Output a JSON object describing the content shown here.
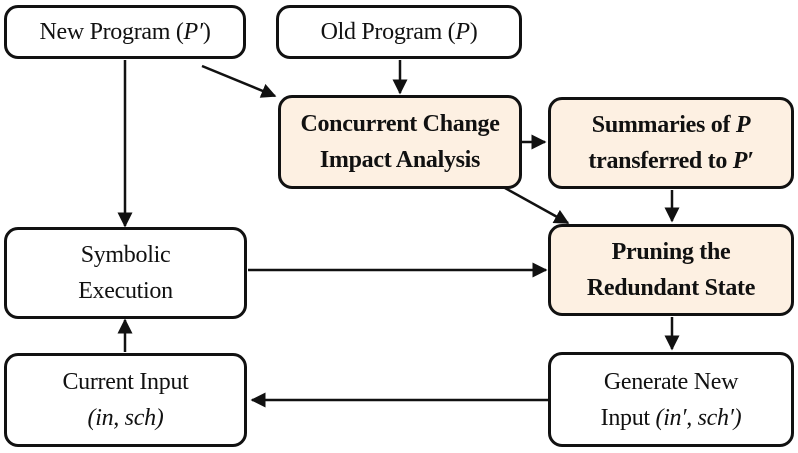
{
  "colors": {
    "stroke": "#111111",
    "highlight_fill": "#fdf0e2",
    "plain_fill": "#ffffff"
  },
  "nodes": {
    "new_program": {
      "text": "New Program (",
      "math": "P′",
      "close": ")"
    },
    "old_program": {
      "text": "Old Program (",
      "math": "P",
      "close": ")"
    },
    "impact_analysis": {
      "line1": "Concurrent Change",
      "line2": "Impact Analysis",
      "highlighted": true
    },
    "summaries": {
      "line1_text": "Summaries of ",
      "line1_math": "P",
      "line2_text": "transferred to ",
      "line2_math": "P′",
      "highlighted": true
    },
    "symbolic_execution": {
      "line1": "Symbolic",
      "line2": "Execution"
    },
    "pruning": {
      "line1": "Pruning the",
      "line2": "Redundant State",
      "highlighted": true
    },
    "current_input": {
      "line1": "Current Input",
      "line2": "(in, sch)"
    },
    "generate_input": {
      "line1": "Generate New",
      "line2_text": "Input ",
      "line2_math": "(in′, sch′)"
    }
  },
  "edges": [
    {
      "from": "old_program",
      "to": "impact_analysis"
    },
    {
      "from": "new_program",
      "to": "impact_analysis"
    },
    {
      "from": "new_program",
      "to": "symbolic_execution"
    },
    {
      "from": "impact_analysis",
      "to": "summaries"
    },
    {
      "from": "impact_analysis",
      "to": "pruning"
    },
    {
      "from": "summaries",
      "to": "pruning"
    },
    {
      "from": "symbolic_execution",
      "to": "pruning"
    },
    {
      "from": "pruning",
      "to": "generate_input"
    },
    {
      "from": "generate_input",
      "to": "current_input"
    },
    {
      "from": "current_input",
      "to": "symbolic_execution"
    }
  ]
}
